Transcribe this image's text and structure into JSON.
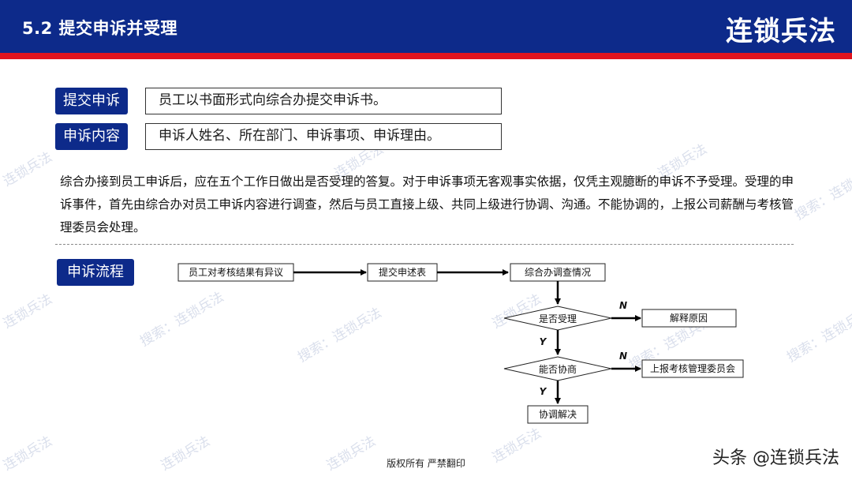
{
  "header": {
    "title": "5.2 提交申诉并受理",
    "brand": "连锁兵法"
  },
  "items": [
    {
      "tag": "提交申诉",
      "text": "员工以书面形式向综合办提交申诉书。"
    },
    {
      "tag": "申诉内容",
      "text": "申诉人姓名、所在部门、申诉事项、申诉理由。"
    }
  ],
  "paragraph": "综合办接到员工申诉后，应在五个工作日做出是否受理的答复。对于申诉事项无客观事实依据，仅凭主观臆断的申诉不予受理。受理的申诉事件，首先由综合办对员工申诉内容进行调查，然后与员工直接上级、共同上级进行协调、沟通。不能协调的，上报公司薪酬与考核管理委员会处理。",
  "flow": {
    "tag": "申诉流程",
    "step1": "员工对考核结果有异议",
    "step2": "提交申述表",
    "step3": "综合办调查情况",
    "decision1": "是否受理",
    "reject": "解释原因",
    "decision2": "能否协商",
    "escalate": "上报考核管理委员会",
    "resolve": "协调解决",
    "no_label": "N",
    "yes_label": "Y"
  },
  "watermarks": {
    "a": "连锁兵法",
    "b": "搜索：连锁兵法"
  },
  "footer": "版权所有 严禁翻印",
  "credit": "头条 @连锁兵法",
  "colors": {
    "header": "#0d2a8a",
    "stripe": "#e0141e",
    "tag_bg": "#0d2a8a"
  }
}
